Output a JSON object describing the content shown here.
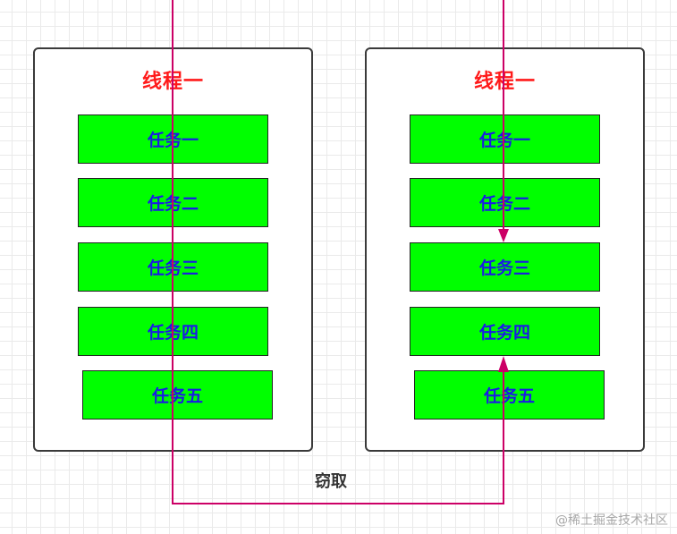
{
  "threads": [
    {
      "title": "线程一",
      "tasks": [
        "任务一",
        "任务二",
        "任务三",
        "任务四",
        "任务五"
      ]
    },
    {
      "title": "线程一",
      "tasks": [
        "任务一",
        "任务二",
        "任务三",
        "任务四",
        "任务五"
      ]
    }
  ],
  "steal_label": "窃取",
  "watermark": "@稀土掘金技术社区",
  "colors": {
    "task_fill": "#00ff00",
    "task_text": "#1a1ae6",
    "title_text": "#ff1a1a",
    "arrow": "#cc0066"
  }
}
